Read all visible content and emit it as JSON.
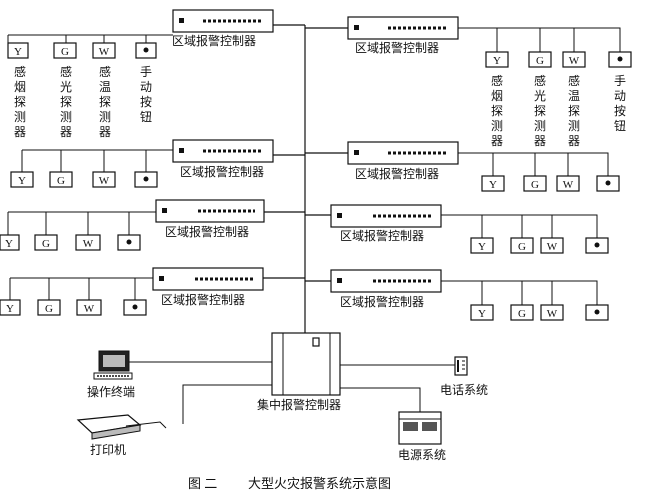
{
  "caption": {
    "fig": "图 二",
    "title": "大型火灾报警系统示意图"
  },
  "regional_label": "区域报警控制器",
  "detector_symbols": {
    "smoke": "Y",
    "light": "G",
    "temp": "W",
    "manual": "●"
  },
  "detector_names": [
    "感烟探测器",
    "感光探测器",
    "感温探测器",
    "手动按钮"
  ],
  "central": {
    "label": "集中报警控制器"
  },
  "peripherals": {
    "terminal": "操作终端",
    "printer": "打印机",
    "phone": "电话系统",
    "power": "电源系统"
  }
}
